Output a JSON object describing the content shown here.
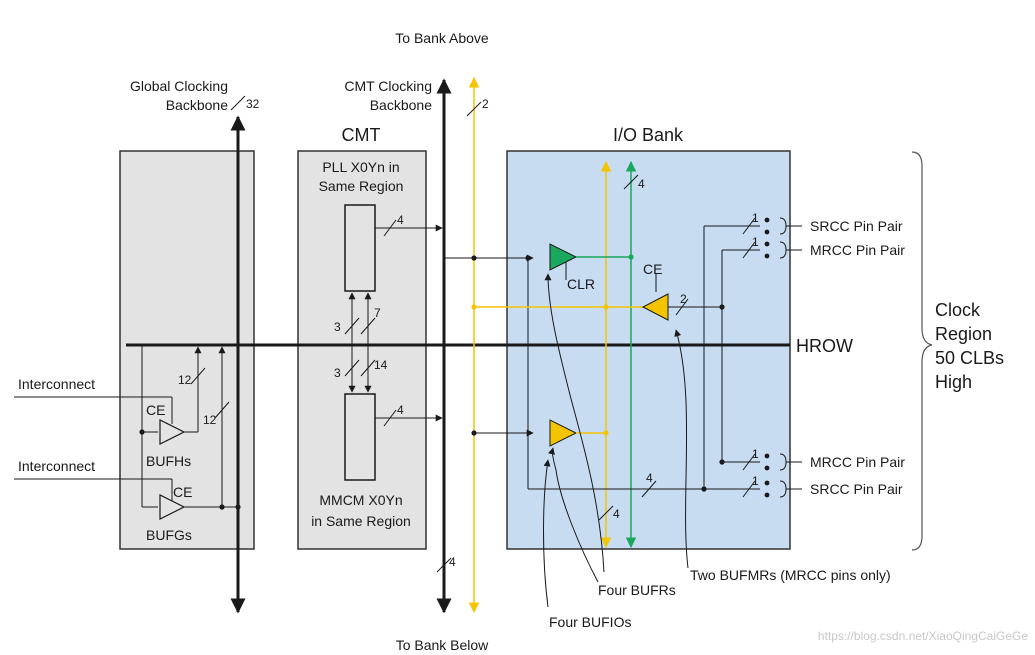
{
  "labels": {
    "to_bank_above": "To Bank Above",
    "to_bank_below": "To Bank Below",
    "global_backbone_1": "Global Clocking",
    "global_backbone_2": "Backbone",
    "cmt_backbone_1": "CMT Clocking",
    "cmt_backbone_2": "Backbone",
    "cmt": "CMT",
    "io_bank": "I/O Bank",
    "pll_1": "PLL X0Yn in",
    "pll_2": "Same Region",
    "mmcm_1": "MMCM X0Yn",
    "mmcm_2": "in Same Region",
    "interconnect_top": "Interconnect",
    "interconnect_bottom": "Interconnect",
    "ce_bufh": "CE",
    "ce_bufg": "CE",
    "ce_bufmr": "CE",
    "bufhs": "BUFHs",
    "bufgs": "BUFGs",
    "clr": "CLR",
    "hrow": "HROW",
    "srcc_top": "SRCC Pin Pair",
    "mrcc_top": "MRCC Pin Pair",
    "mrcc_bottom": "MRCC Pin Pair",
    "srcc_bottom": "SRCC Pin Pair",
    "clock_region_1": "Clock",
    "clock_region_2": "Region",
    "clock_region_3": "50 CLBs",
    "clock_region_4": "High",
    "four_bufrs": "Four BUFRs",
    "two_bufmrs": "Two BUFMRs (MRCC pins only)",
    "four_bufios": "Four BUFIOs",
    "watermark": "https://blog.csdn.net/XiaoQingCaiGeGe"
  },
  "bus_widths": {
    "global_backbone": "32",
    "cmt_backbone": "2",
    "pll_out": "4",
    "mmcm_out": "4",
    "pll_mmcm_left": "3",
    "pll_mmcm_right": "7",
    "mmcm_up_left": "3",
    "mmcm_up_right": "14",
    "bufh_bus": "12",
    "bufg_bus": "12",
    "io_green_bus": "4",
    "io_yellow_bus": "4",
    "bufmr_in": "2",
    "pin_bus": "4",
    "cmt_bottom": "4",
    "srcc_top": "1",
    "mrcc_top": "1",
    "mrcc_bottom": "1",
    "srcc_bottom": "1"
  },
  "colors": {
    "panel_gray": "#e3e3e3",
    "panel_blue": "#c7dbf1",
    "backbone_yellow": "#f5c400",
    "bufr_green": "#1aa85c",
    "buffer_yellow": "#f5c400",
    "line": "#1a1a1a"
  }
}
